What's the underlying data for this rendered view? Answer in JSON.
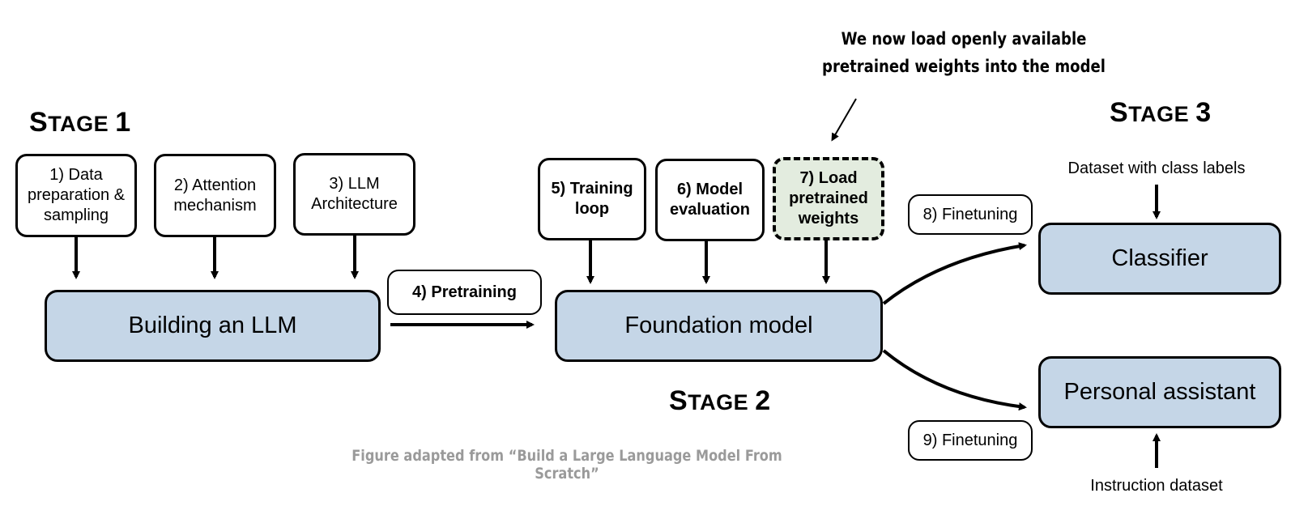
{
  "stages": {
    "s1_num": "STAGE 1",
    "s2_num": "STAGE 2",
    "s3_num": "STAGE 3"
  },
  "stage1": {
    "step1": "1) Data preparation & sampling",
    "step2": "2) Attention mechanism",
    "step3": "3) LLM Architecture",
    "main": "Building an LLM"
  },
  "transition": {
    "pretraining": "4) Pretraining"
  },
  "stage2": {
    "step5": "5) Training loop",
    "step6": "6) Model evaluation",
    "step7": "7) Load pretrained weights",
    "main": "Foundation model"
  },
  "stage3": {
    "finetune_a": "8) Finetuning",
    "finetune_b": "9) Finetuning",
    "classifier": "Classifier",
    "assistant": "Personal assistant",
    "class_dataset": "Dataset with class labels",
    "instruction_dataset": "Instruction dataset"
  },
  "annotation": {
    "line1": "We now load openly available",
    "line2": "pretrained weights into the model"
  },
  "caption": "Figure adapted from “Build a Large Language Model From Scratch”",
  "colors": {
    "main_fill": "#c5d6e7",
    "highlight_fill": "#e3ecdf",
    "caption_gray": "#9a9a9a"
  }
}
